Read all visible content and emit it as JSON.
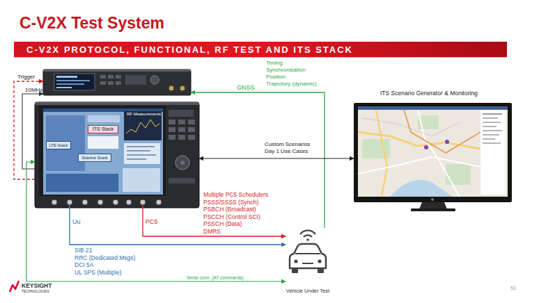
{
  "diagram": {
    "title": "C-V2X Test System",
    "nodes": [
      {
        "text": [
          "C-V2X PROTOCOL, FUNCTIONAL, RF TEST AND ITS STACK"
        ]
      },
      {
        "text": []
      },
      {
        "text": []
      },
      {
        "text": [
          "ITS Stack"
        ],
        "in": 2
      },
      {
        "text": [
          "RF Measurements"
        ],
        "in": 2
      },
      {
        "text": [
          "LTE Stack"
        ],
        "in": 2
      },
      {
        "text": [
          "Sidelink Stack"
        ],
        "in": 2
      },
      {
        "text": [
          "ITS Scenario Generator & Monitoring"
        ]
      },
      {
        "text": [
          "Vehicle Under Test"
        ]
      }
    ],
    "edges": [
      {
        "from": 8,
        "to": 1,
        "arrow": "to",
        "label": "GNSS"
      },
      {
        "from": 2,
        "to": 7,
        "arrow": "both",
        "label": "Custom Scenarios Day 1 Use Cases"
      },
      {
        "from": 2,
        "to": 8,
        "arrow": "to",
        "label": "Uu"
      },
      {
        "from": 2,
        "to": 8,
        "arrow": "to",
        "label": "PC5"
      },
      {
        "from": 2,
        "to": 1,
        "arrow": "to",
        "label": "Trigger"
      },
      {
        "from": 2,
        "to": 1,
        "arrow": "to",
        "label": "10MHz"
      },
      {
        "from": 2,
        "to": 8,
        "arrow": "both",
        "label": "Serial conn. (AT commands)"
      }
    ],
    "labels": [
      "Timing",
      "Synchronisation",
      "Position",
      "Trajectory (dynamic)",
      "Multiple PC5 Schedulers",
      "PSSS/SSSS (Synch)",
      "PSBCH (Broadcast)",
      "PSCCH (Control SCI)",
      "PSSCH (Data)",
      "DMRS",
      "SIB 21",
      "RRC (Dedicated Msgs)",
      "DCI 5A",
      "UL SPS (Multiple)",
      "KEYSIGHT",
      "TECHNOLOGIES",
      "51"
    ]
  }
}
